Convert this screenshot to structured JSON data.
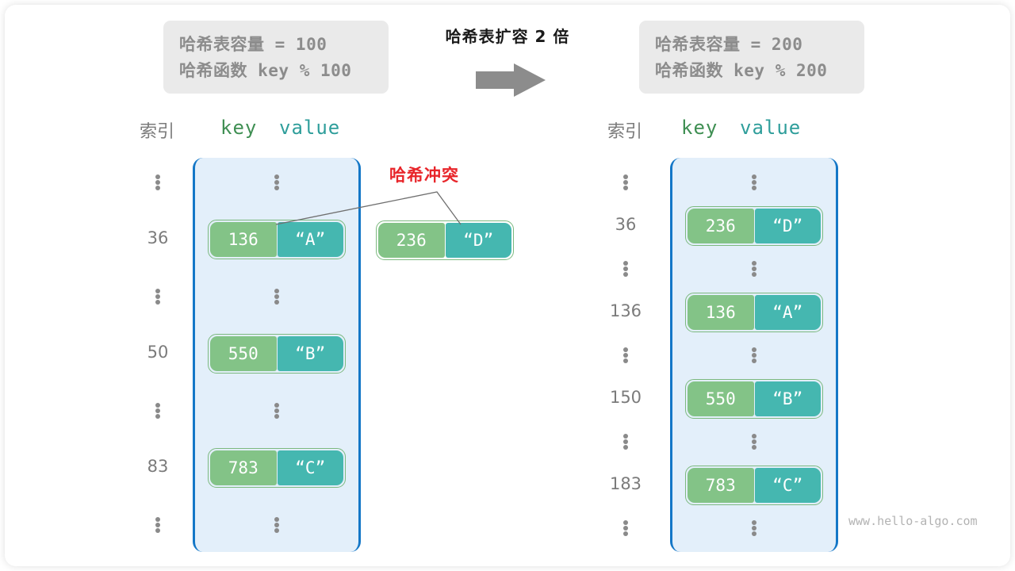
{
  "title": "哈希表扩容 2 倍",
  "colors": {
    "key_fill": "#83c387",
    "value_fill": "#45b7b0",
    "bucket_fill": "#e3effa",
    "bucket_border": "#1477c7",
    "collision_red": "#e8252a",
    "info_box_bg": "#eaeaea",
    "muted_text": "#7b7b7b"
  },
  "info_left": {
    "capacity_line": "哈希表容量 = 100",
    "hash_line": "哈希函数 key % 100"
  },
  "info_right": {
    "capacity_line": "哈希表容量 = 200",
    "hash_line": "哈希函数 key % 200"
  },
  "arrow": {
    "icon": "right-arrow-icon"
  },
  "headers": {
    "index": "索引",
    "key": "key",
    "value": "value"
  },
  "collision": {
    "label": "哈希冲突"
  },
  "left_table": {
    "rows": [
      {
        "index": "⋮",
        "type": "ellipsis"
      },
      {
        "index": "36",
        "type": "entry",
        "key": "136",
        "value": "“A”"
      },
      {
        "index": "⋮",
        "type": "ellipsis"
      },
      {
        "index": "50",
        "type": "entry",
        "key": "550",
        "value": "“B”"
      },
      {
        "index": "⋮",
        "type": "ellipsis"
      },
      {
        "index": "83",
        "type": "entry",
        "key": "783",
        "value": "“C”"
      },
      {
        "index": "⋮",
        "type": "ellipsis"
      }
    ]
  },
  "overflow_entry": {
    "key": "236",
    "value": "“D”"
  },
  "right_table": {
    "rows": [
      {
        "index": "⋮",
        "type": "ellipsis"
      },
      {
        "index": "36",
        "type": "entry",
        "key": "236",
        "value": "“D”"
      },
      {
        "index": "⋮",
        "type": "ellipsis"
      },
      {
        "index": "136",
        "type": "entry",
        "key": "136",
        "value": "“A”"
      },
      {
        "index": "⋮",
        "type": "ellipsis"
      },
      {
        "index": "150",
        "type": "entry",
        "key": "550",
        "value": "“B”"
      },
      {
        "index": "⋮",
        "type": "ellipsis"
      },
      {
        "index": "183",
        "type": "entry",
        "key": "783",
        "value": "“C”"
      },
      {
        "index": "⋮",
        "type": "ellipsis"
      }
    ]
  },
  "watermark": "www.hello-algo.com"
}
